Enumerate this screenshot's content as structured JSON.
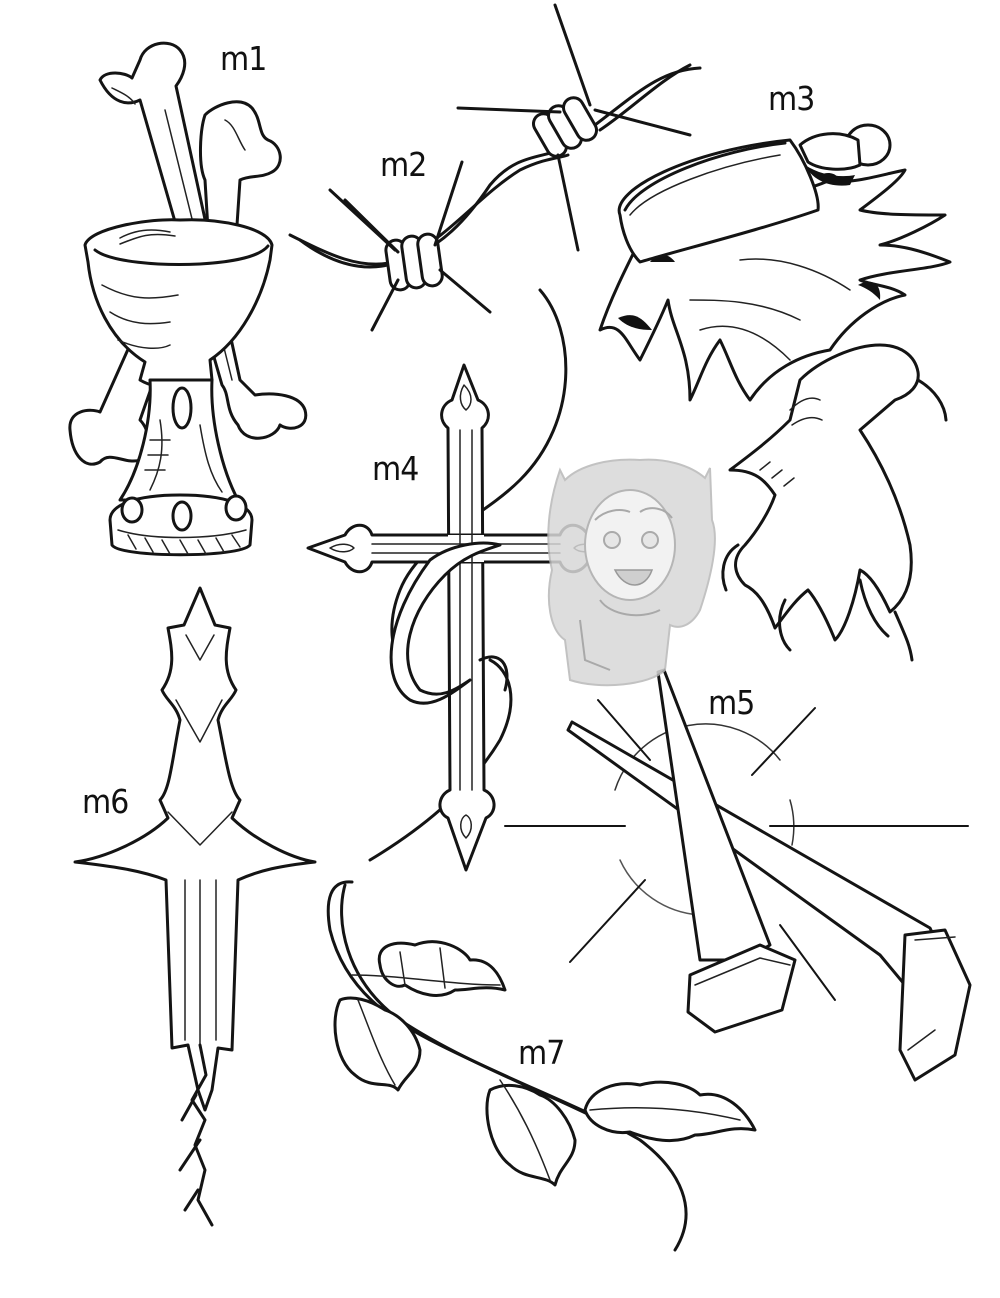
{
  "sheet": {
    "type": "tattoo flash sheet (line art)",
    "background": "#ffffff",
    "ink_color": "#141414"
  },
  "designs": [
    {
      "id": "m1",
      "label": "m1",
      "subject": "chalice with crossed bones"
    },
    {
      "id": "m2",
      "label": "m2",
      "subject": "barbed wire"
    },
    {
      "id": "m3",
      "label": "m3",
      "subject": "ring with flames and bird claw"
    },
    {
      "id": "m4",
      "label": "m4",
      "subject": "ornate cross with ribbon"
    },
    {
      "id": "m5",
      "label": "m5",
      "subject": "crossed nails with sunburst"
    },
    {
      "id": "m6",
      "label": "m6",
      "subject": "dagger"
    },
    {
      "id": "m7",
      "label": "m7",
      "subject": "leafy vine branch"
    }
  ],
  "watermark": {
    "subject": "artist mascot (cat-eared character)",
    "color": "#c8c8c8"
  }
}
